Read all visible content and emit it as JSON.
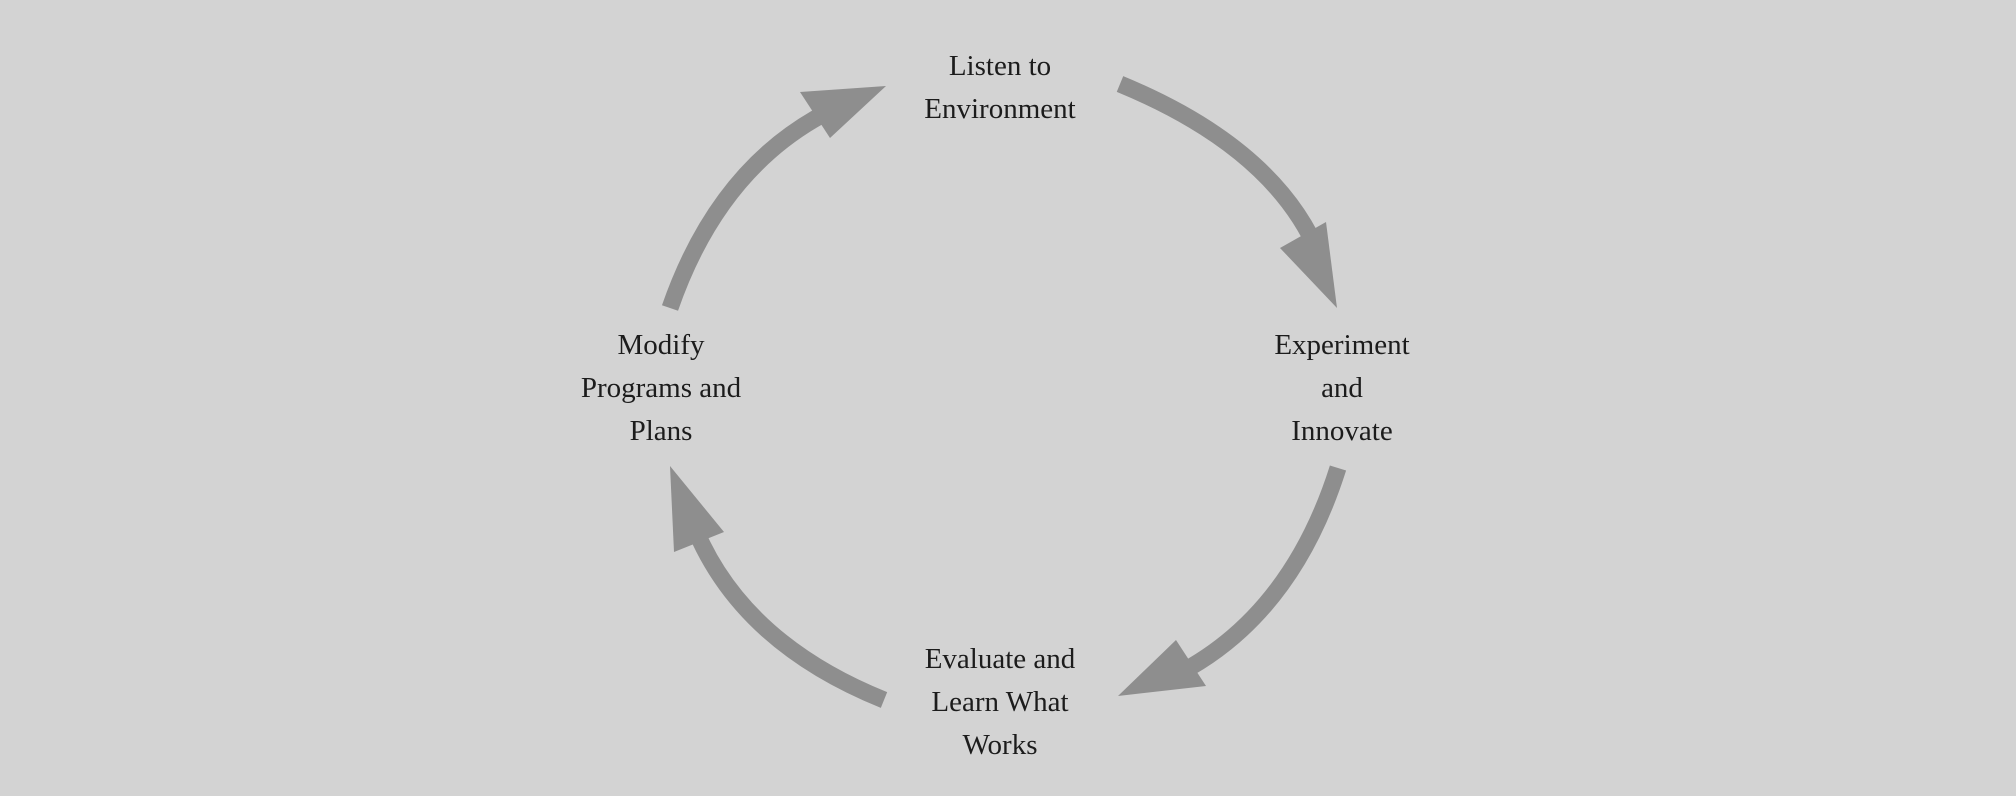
{
  "cycle": {
    "nodes": [
      {
        "lines": [
          "Listen to",
          "Environment"
        ]
      },
      {
        "lines": [
          "Experiment",
          "and",
          "Innovate"
        ]
      },
      {
        "lines": [
          "Evaluate and",
          "Learn What",
          "Works"
        ]
      },
      {
        "lines": [
          "Modify",
          "Programs and",
          "Plans"
        ]
      }
    ],
    "arrow_color": "#8e8e8e",
    "background_color": "#d3d3d3",
    "text_color": "#1c1c1c"
  }
}
